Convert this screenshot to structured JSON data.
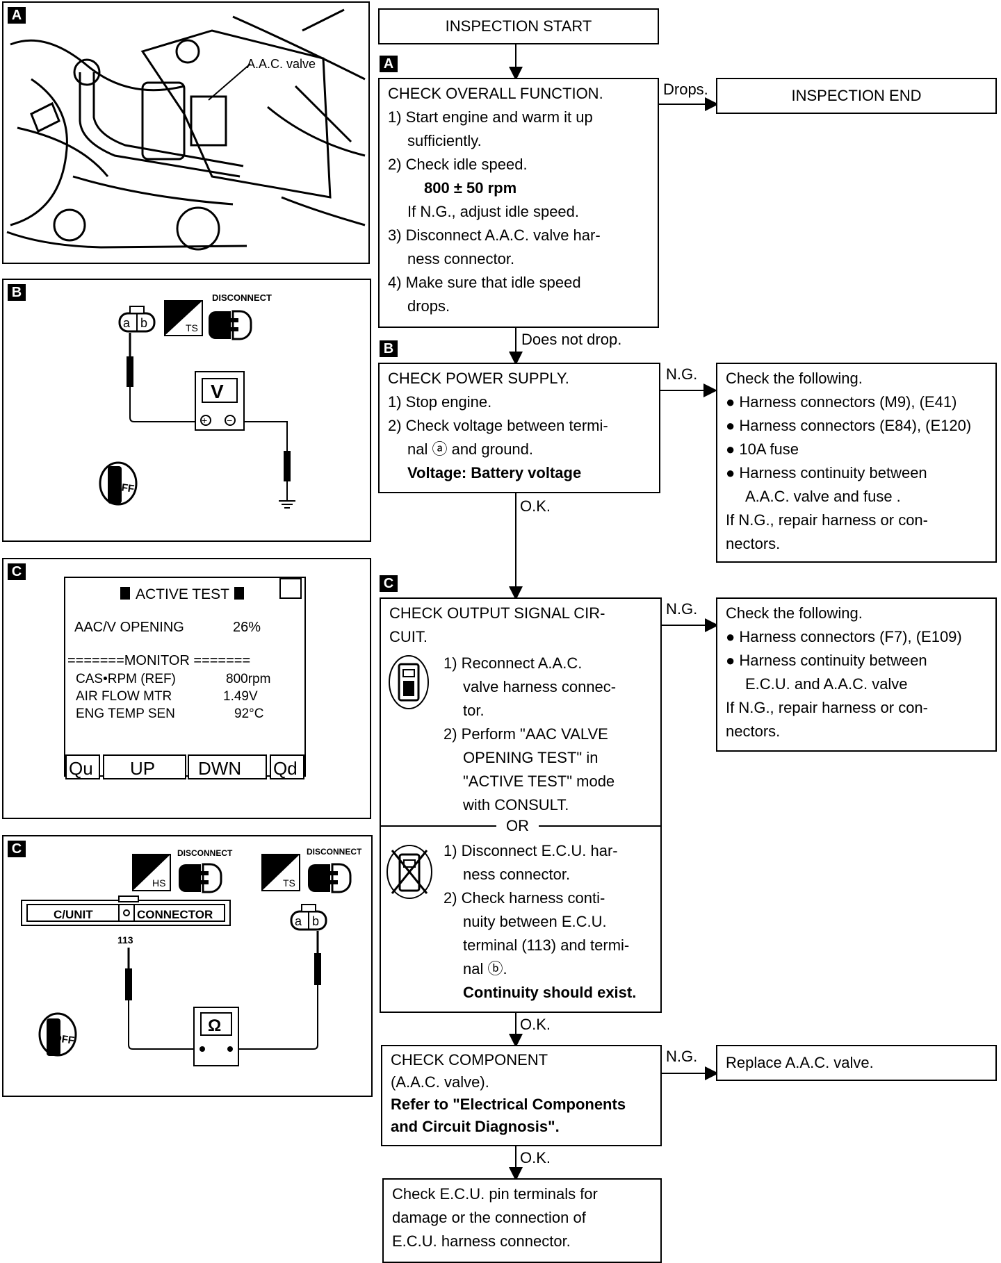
{
  "panels": {
    "a": {
      "tag": "A",
      "callout": "A.A.C. valve"
    },
    "b": {
      "tag": "B",
      "disconnect": "DISCONNECT",
      "ts": "TS",
      "meter": "V",
      "plus": "+",
      "minus": "−",
      "key": "OFF",
      "conn_a": "a",
      "conn_b": "b"
    },
    "c1": {
      "tag": "C",
      "title": "ACTIVE TEST",
      "aac_label": "AAC/V OPENING",
      "aac_value": "26%",
      "monitor": "=======MONITOR =======",
      "rows": [
        {
          "label": "CAS•RPM (REF)",
          "value": "800rpm"
        },
        {
          "label": "AIR FLOW MTR",
          "value": "1.49V"
        },
        {
          "label": "ENG TEMP SEN",
          "value": "92°C"
        }
      ],
      "buttons": [
        "Qu",
        "UP",
        "DWN",
        "Qd"
      ]
    },
    "c2": {
      "tag": "C",
      "disconnect1": "DISCONNECT",
      "disconnect2": "DISCONNECT",
      "hs": "HS",
      "ts": "TS",
      "cunit": "C/UNIT",
      "connector": "CONNECTOR",
      "pin": "113",
      "meter": "Ω",
      "key": "OFF",
      "conn_a": "a",
      "conn_b": "b"
    }
  },
  "flow": {
    "start": "INSPECTION START",
    "tag_a": "A",
    "box1": [
      "CHECK OVERALL FUNCTION.",
      "1) Start engine and warm it up",
      "sufficiently.",
      "2) Check idle speed.",
      "800 ± 50 rpm",
      "If N.G., adjust idle speed.",
      "3) Disconnect A.A.C. valve har-",
      "ness connector.",
      "4) Make sure that idle speed",
      "drops."
    ],
    "drops": "Drops.",
    "end": "INSPECTION END",
    "not_drop": "Does not drop.",
    "tag_b": "B",
    "box2": [
      "CHECK POWER SUPPLY.",
      "1) Stop engine.",
      "2) Check voltage between termi-",
      "nal ⓐ and ground.",
      "Voltage: Battery voltage"
    ],
    "ng1": "N.G.",
    "side1": [
      "Check the following.",
      "● Harness connectors (M9), (E41)",
      "● Harness connectors (E84), (E120)",
      "● 10A fuse",
      "● Harness continuity between",
      "A.A.C. valve and fuse .",
      "If N.G., repair harness or con-",
      "nectors."
    ],
    "ok1": "O.K.",
    "tag_c": "C",
    "box3": {
      "title": [
        "CHECK OUTPUT SIGNAL CIR-",
        "CUIT."
      ],
      "step_a": [
        "1) Reconnect A.A.C.",
        "valve harness connec-",
        "tor.",
        "2) Perform \"AAC VALVE",
        "OPENING TEST\" in",
        "\"ACTIVE TEST\" mode",
        "with CONSULT."
      ],
      "or": "OR",
      "step_b": [
        "1) Disconnect E.C.U. har-",
        "ness connector.",
        "2) Check harness conti-",
        "nuity between E.C.U.",
        "terminal (113) and termi-",
        "nal ⓑ.",
        "Continuity should exist."
      ]
    },
    "ng2": "N.G.",
    "side2": [
      "Check the following.",
      "● Harness connectors (F7), (E109)",
      "● Harness continuity between",
      "E.C.U. and A.A.C. valve",
      "If N.G., repair harness or con-",
      "nectors."
    ],
    "ok2": "O.K.",
    "box4": [
      "CHECK COMPONENT",
      "(A.A.C. valve).",
      "Refer to \"Electrical Components",
      "and Circuit Diagnosis\"."
    ],
    "ng3": "N.G.",
    "side3": "Replace A.A.C. valve.",
    "ok3": "O.K.",
    "box5": [
      "Check E.C.U. pin terminals for",
      "damage or the connection of",
      "E.C.U. harness connector."
    ]
  }
}
